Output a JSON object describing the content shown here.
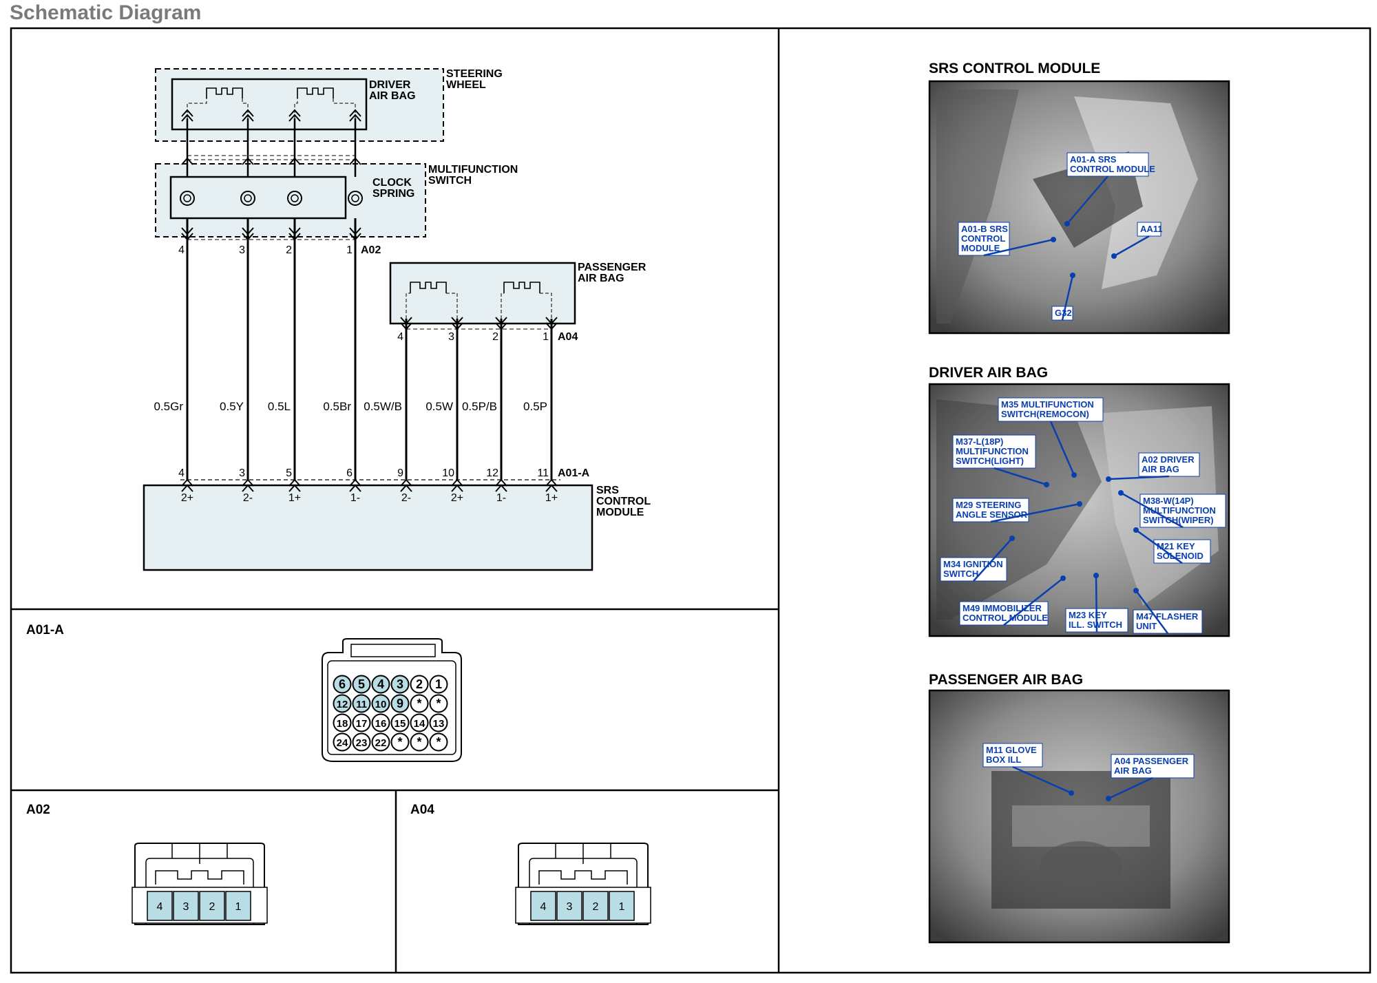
{
  "page": {
    "title": "Schematic Diagram"
  },
  "schematic": {
    "steering_wheel": "STEERING\nWHEEL",
    "driver_air_bag": "DRIVER\nAIR BAG",
    "multifunction_switch": "MULTIFUNCTION\nSWITCH",
    "clock_spring": "CLOCK\nSPRING",
    "passenger_air_bag": "PASSENGER\nAIR BAG",
    "srs_control_module": "SRS\nCONTROL\nMODULE",
    "connector_a02": "A02",
    "connector_a04": "A04",
    "connector_a01a": "A01-A",
    "a02_pins": [
      "4",
      "3",
      "2",
      "1"
    ],
    "a04_pins": [
      "4",
      "3",
      "2",
      "1"
    ],
    "a01a_pins": [
      "4",
      "3",
      "5",
      "6",
      "9",
      "10",
      "12",
      "11"
    ],
    "wires": [
      "0.5Gr",
      "0.5Y",
      "0.5L",
      "0.5Br",
      "0.5W/B",
      "0.5W",
      "0.5P/B",
      "0.5P"
    ],
    "module_terminals": [
      "2+",
      "2-",
      "1+",
      "1-",
      "2-",
      "2+",
      "1-",
      "1+"
    ]
  },
  "connectors": {
    "a01a": {
      "label": "A01-A",
      "rows": [
        [
          "6",
          "5",
          "4",
          "3",
          "2",
          "1"
        ],
        [
          "12",
          "11",
          "10",
          "9",
          "*",
          "*"
        ],
        [
          "18",
          "17",
          "16",
          "15",
          "14",
          "13"
        ],
        [
          "24",
          "23",
          "22",
          "*",
          "*",
          "*"
        ]
      ]
    },
    "a02": {
      "label": "A02",
      "pins": [
        "4",
        "3",
        "2",
        "1"
      ]
    },
    "a04": {
      "label": "A04",
      "pins": [
        "4",
        "3",
        "2",
        "1"
      ]
    }
  },
  "photos": {
    "srs": {
      "title": "SRS CONTROL MODULE",
      "callouts": [
        "A01-A SRS\nCONTROL MODULE",
        "A01-B SRS\nCONTROL\nMODULE",
        "AA11",
        "G32"
      ]
    },
    "driver": {
      "title": "DRIVER AIR BAG",
      "callouts": [
        "M35 MULTIFUNCTION\nSWITCH(REMOCON)",
        "M37-L(18P)\nMULTIFUNCTION\nSWITCH(LIGHT)",
        "A02 DRIVER\nAIR BAG",
        "M29 STEERING\nANGLE SENSOR",
        "M38-W(14P)\nMULTIFUNCTION\nSWITCH(WIPER)",
        "M21 KEY\nSOLENOID",
        "M34 IGNITION\nSWITCH",
        "M49 IMMOBILIZER\nCONTROL MODULE",
        "M23 KEY\nILL. SWITCH",
        "M47 FLASHER\nUNIT"
      ]
    },
    "passenger": {
      "title": "PASSENGER AIR BAG",
      "callouts": [
        "M11 GLOVE\nBOX ILL",
        "A04 PASSENGER\nAIR BAG"
      ]
    }
  }
}
